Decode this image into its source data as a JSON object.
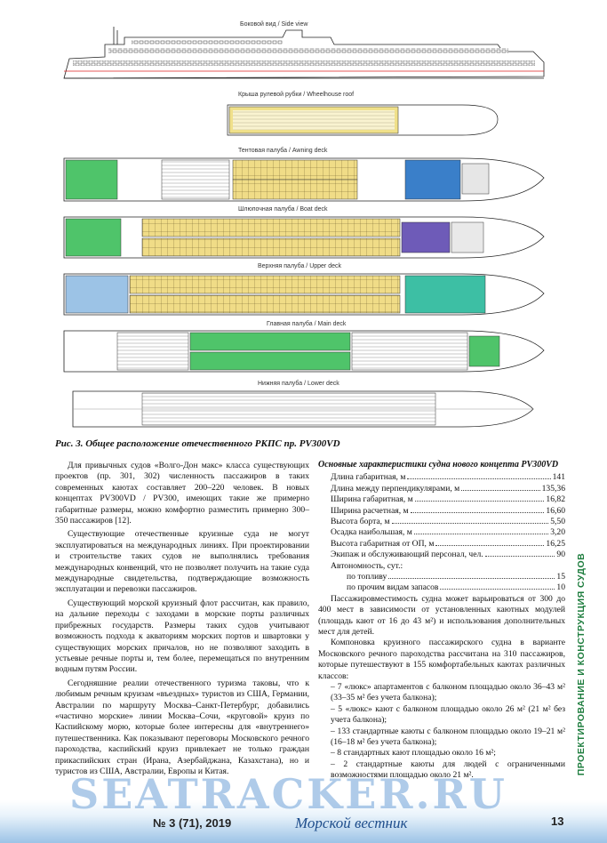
{
  "drawing_labels": {
    "side_view": "Боковой вид / Side view",
    "wheelhouse_roof": "Крыша рулевой рубки / Wheelhouse roof",
    "awning_deck": "Тентовая палуба / Awning deck",
    "boat_deck": "Шлюпочная палуба / Boat deck",
    "upper_deck": "Верхняя палуба / Upper deck",
    "main_deck": "Главная палуба / Main deck",
    "lower_deck": "Нижняя палуба / Lower deck"
  },
  "colors": {
    "cabin": "#f0dc87",
    "green_zone": "#4fc46a",
    "teal_zone": "#3dbfa4",
    "blue_zone": "#3a7fc9",
    "purple_zone": "#6e5bb8",
    "accent_green": "#1e7d3e",
    "journal_blue": "#1f4e8c"
  },
  "figure_caption": "Рис. 3. Общее расположение отечественного РКПС пр. PV300VD",
  "left_column": [
    "Для привычных судов «Волго-Дон макс» класса существующих проектов (пр. 301, 302) численность пассажиров в таких современных каютах составляет 200–220 человек. В новых концептах PV300VD / PV300, имеющих такие же примерно габаритные размеры, можно комфортно разместить примерно 300–350 пассажиров [12].",
    "Существующие отечественные круизные суда не могут эксплуатироваться на международных линиях. При проектировании и строительстве таких судов не выполнялись требования международных конвенций, что не позволяет получить на такие суда международные свидетельства, подтверждающие возможность эксплуатации и перевозки пассажиров.",
    "Существующий морской круизный флот рассчитан, как правило, на дальние переходы с заходами в морские порты различных прибрежных государств. Размеры таких судов учитывают возможность подхода к акваториям морских портов и швартовки у существующих морских причалов, но не позволяют заходить в устьевые речные порты и, тем более, перемещаться по внутренним водным путям России.",
    "Сегодняшние реалии отечественного туризма таковы, что к любимым речным круизам «въездных» туристов из США, Германии, Австралии по маршруту Москва–Санкт-Петербург, добавились «частично морские» линии Москва–Сочи, «круговой» круиз по Каспийскому морю, которые более интересны для «внутреннего» путешественника. Как показывают переговоры Московского речного пароходства, каспийский круиз привлекает не только граждан прикаспийских стран (Ирана, Азербайджана, Казахстана), но и туристов из США, Австралии, Европы и Китая."
  ],
  "specs": {
    "title": "Основные характеристики судна нового концепта PV300VD",
    "rows": [
      {
        "label": "Длина габаритная, м",
        "value": "141"
      },
      {
        "label": "Длина между перпендикулярами, м",
        "value": "135,36"
      },
      {
        "label": "Ширина габаритная, м",
        "value": "16,82"
      },
      {
        "label": "Ширина расчетная, м",
        "value": "16,60"
      },
      {
        "label": "Высота борта, м",
        "value": "5,50"
      },
      {
        "label": "Осадка наибольшая, м",
        "value": "3,20"
      },
      {
        "label": "Высота габаритная от ОП, м",
        "value": "16,25"
      },
      {
        "label": "Экипаж и обслуживающий персонал, чел.",
        "value": "90"
      }
    ],
    "autonomy_label": "Автономность, сут.:",
    "autonomy_rows": [
      {
        "label": "по топливу",
        "value": "15"
      },
      {
        "label": "по прочим видам запасов",
        "value": "10"
      }
    ]
  },
  "right_paragraphs": [
    "Пассажировместимость судна может варьироваться от 300 до 400 мест в зависимости от установленных каютных модулей (площадь кают от 16 до 43 м²) и использования дополнительных мест для детей.",
    "Компоновка круизного пассажирского судна в варианте Московского речного пароходства рассчитана на 310 пассажиров, которые путешествуют в 155 комфортабельных каютах различных классов:"
  ],
  "cabin_list": [
    "– 7 «люкс» апартаментов с балконом площадью около 36–43 м² (33–35 м² без учета балкона);",
    "– 5 «люкс» кают с балконом площадью около 26 м² (21 м² без учета балкона);",
    "– 133 стандартные каюты с балконом площадью около 19–21 м² (16–18 м² без учета балкона);",
    "– 8 стандартных кают площадью около 16 м²;",
    "– 2 стандартные каюты для людей с ограниченными возможностями площадью около 21 м²."
  ],
  "side_tab": "ПРОЕКТИРОВАНИЕ И КОНСТРУКЦИЯ СУДОВ",
  "footer": {
    "watermark": "SEATRACKER.RU",
    "issue": "№ 3 (71), 2019",
    "journal": "Морской вестник",
    "page": "13"
  }
}
